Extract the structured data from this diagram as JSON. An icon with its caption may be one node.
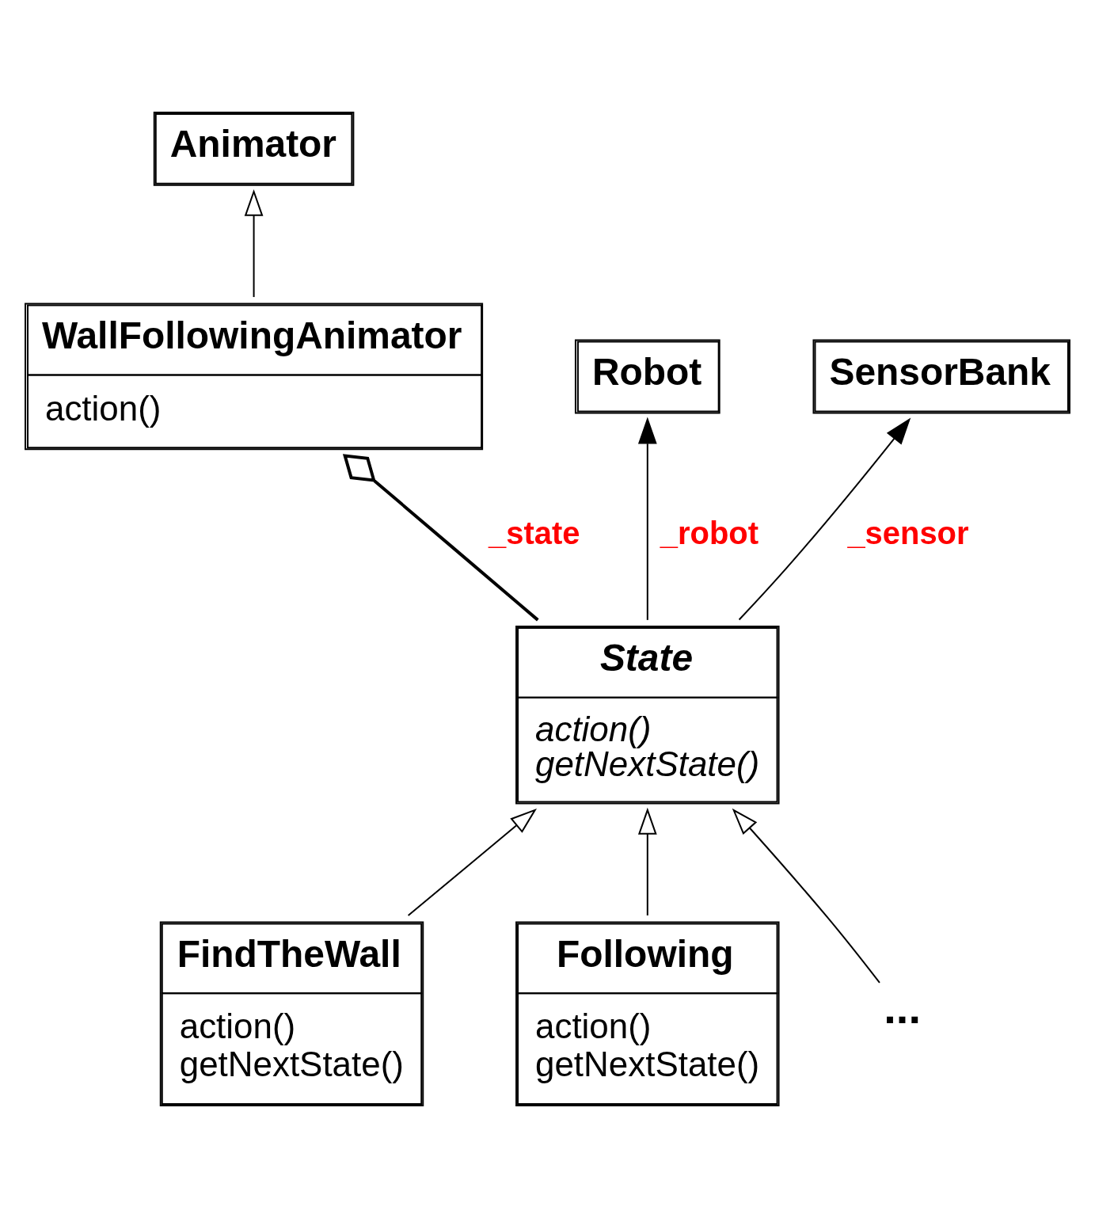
{
  "diagram": {
    "nodes": [
      {
        "text": [
          "Animator"
        ]
      },
      {
        "text": [
          "WallFollowingAnimator",
          "action()"
        ]
      },
      {
        "text": [
          "Robot"
        ]
      },
      {
        "text": [
          "SensorBank"
        ]
      },
      {
        "text": [
          "State",
          "action()",
          "getNextState()"
        ]
      },
      {
        "text": [
          "FindTheWall",
          "action()",
          "getNextState()"
        ]
      },
      {
        "text": [
          "Following",
          "action()",
          "getNextState()"
        ]
      },
      {
        "text": [
          "..."
        ]
      }
    ],
    "edges": [
      {
        "from": 1,
        "to": 0,
        "arrow": "to"
      },
      {
        "from": 4,
        "to": 1,
        "arrow": "other",
        "label": "_state"
      },
      {
        "from": 4,
        "to": 2,
        "arrow": "to",
        "label": "_robot"
      },
      {
        "from": 4,
        "to": 3,
        "arrow": "to",
        "label": "_sensor"
      },
      {
        "from": 5,
        "to": 4,
        "arrow": "to"
      },
      {
        "from": 6,
        "to": 4,
        "arrow": "to"
      },
      {
        "from": 7,
        "to": 4,
        "arrow": "to"
      }
    ]
  }
}
